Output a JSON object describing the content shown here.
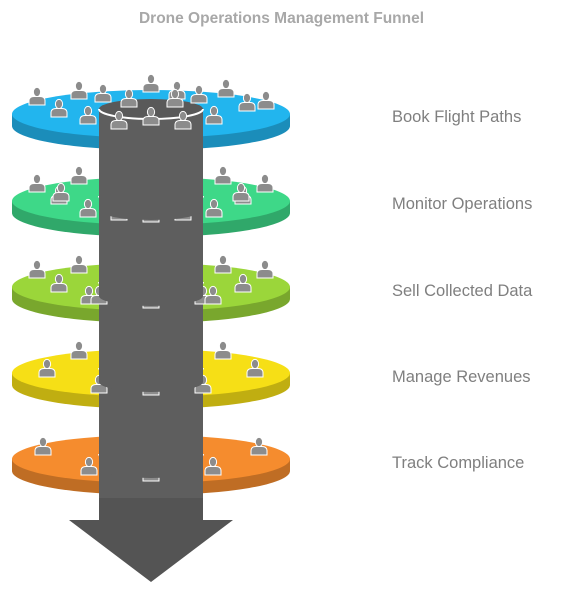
{
  "title": "Drone Operations Management Funnel",
  "stages": [
    {
      "label": "Book Flight Paths",
      "color": "#22b5ee",
      "people": 17
    },
    {
      "label": "Monitor Operations",
      "color": "#3ed888",
      "people": 13
    },
    {
      "label": "Sell Collected Data",
      "color": "#9bd63a",
      "people": 11
    },
    {
      "label": "Manage Revenues",
      "color": "#f6df16",
      "people": 7
    },
    {
      "label": "Track Compliance",
      "color": "#f58c2e",
      "people": 5
    }
  ],
  "icons": {
    "person": "person-icon",
    "arrow": "down-arrow-icon"
  },
  "colors": {
    "core": "#5e5e5e",
    "person": "#8c8c8c",
    "arrow": "#545454"
  }
}
